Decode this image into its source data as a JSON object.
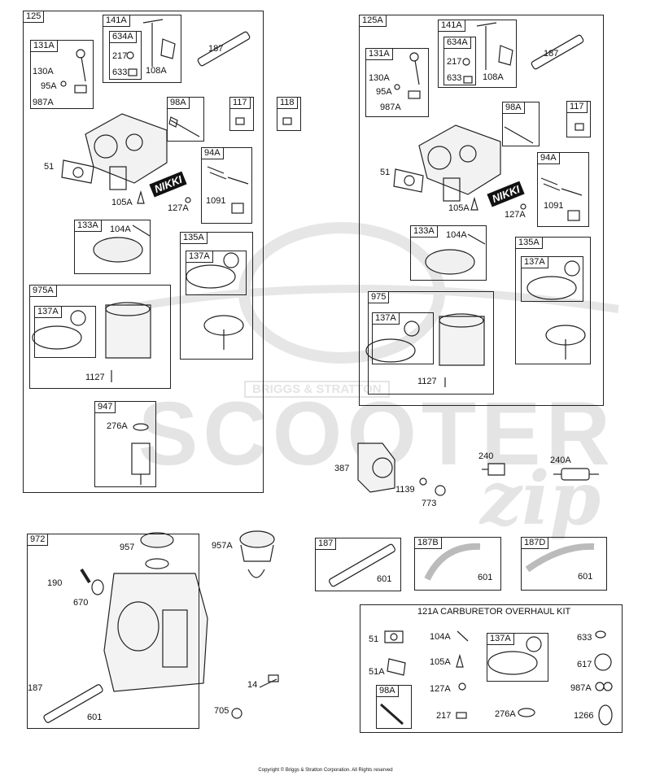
{
  "watermark": {
    "brand": "SCOOTER",
    "badge": "BRIGGS & STRATTON",
    "script": "zip"
  },
  "copyright": "Copyright © Briggs & Stratton Corporation. All Rights reserved",
  "nikki": "NIKKI",
  "assembly_125": {
    "tag": "125",
    "b131a": {
      "tag": "131A",
      "l1": "130A",
      "l2": "95A",
      "l3": "987A"
    },
    "b141a": {
      "tag": "141A",
      "sub": "634A",
      "l1": "217",
      "l2": "633",
      "l3": "108A"
    },
    "b98a": "98A",
    "b117": "117",
    "b118": "118",
    "b94a": {
      "tag": "94A",
      "l1": "1091"
    },
    "b133a": {
      "tag": "133A",
      "l1": "104A"
    },
    "b135a": {
      "tag": "135A",
      "sub": "137A"
    },
    "b975a": {
      "tag": "975A",
      "sub": "137A",
      "l1": "1127"
    },
    "b947": {
      "tag": "947",
      "l1": "276A"
    },
    "labels": {
      "p187": "187",
      "p51": "51",
      "p105a": "105A",
      "p127a": "127A"
    }
  },
  "assembly_125a": {
    "tag": "125A",
    "b131a": {
      "tag": "131A",
      "l1": "130A",
      "l2": "95A",
      "l3": "987A"
    },
    "b141a": {
      "tag": "141A",
      "sub": "634A",
      "l1": "217",
      "l2": "633",
      "l3": "108A"
    },
    "b98a": "98A",
    "b117": "117",
    "b94a": {
      "tag": "94A",
      "l1": "1091"
    },
    "b133a": {
      "tag": "133A",
      "l1": "104A"
    },
    "b135a": {
      "tag": "135A",
      "sub": "137A"
    },
    "b975": {
      "tag": "975",
      "sub": "137A",
      "l1": "1127"
    },
    "labels": {
      "p187": "187",
      "p51": "51",
      "p105a": "105A",
      "p127a": "127A"
    }
  },
  "loose": {
    "p387": "387",
    "p1139": "1139",
    "p773": "773",
    "p240": "240",
    "p240a": "240A",
    "p957a": "957A",
    "p14": "14",
    "p705": "705"
  },
  "box972": {
    "tag": "972",
    "p957": "957",
    "p190": "190",
    "p670": "670",
    "p187": "187",
    "p601": "601"
  },
  "box187": {
    "tag": "187",
    "p601": "601"
  },
  "box187b": {
    "tag": "187B",
    "p601": "601"
  },
  "box187d": {
    "tag": "187D",
    "p601": "601"
  },
  "kit": {
    "title": "121A CARBURETOR OVERHAUL KIT",
    "p51": "51",
    "p51a": "51A",
    "b98a": "98A",
    "p104a": "104A",
    "p105a": "105A",
    "p127a": "127A",
    "p217": "217",
    "b137a": "137A",
    "p276a": "276A",
    "p633": "633",
    "p617": "617",
    "p987a": "987A",
    "p1266": "1266"
  }
}
